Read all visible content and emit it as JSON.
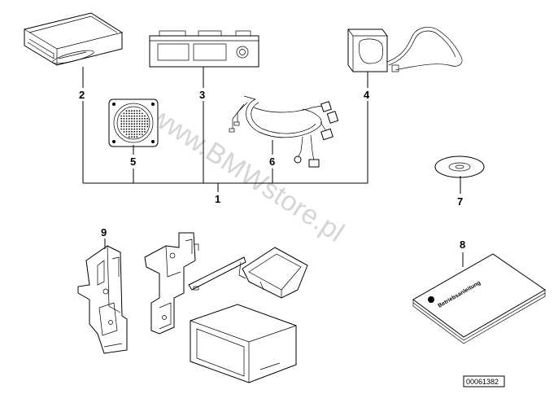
{
  "callouts": {
    "c1": "1",
    "c2": "2",
    "c3": "3",
    "c4": "4",
    "c5": "5",
    "c6": "6",
    "c7": "7",
    "c8": "8",
    "c9": "9"
  },
  "watermark": "www.BMWstore.pl",
  "manual_title": "Betriebsanleitung",
  "diagram_ref": "00061382"
}
